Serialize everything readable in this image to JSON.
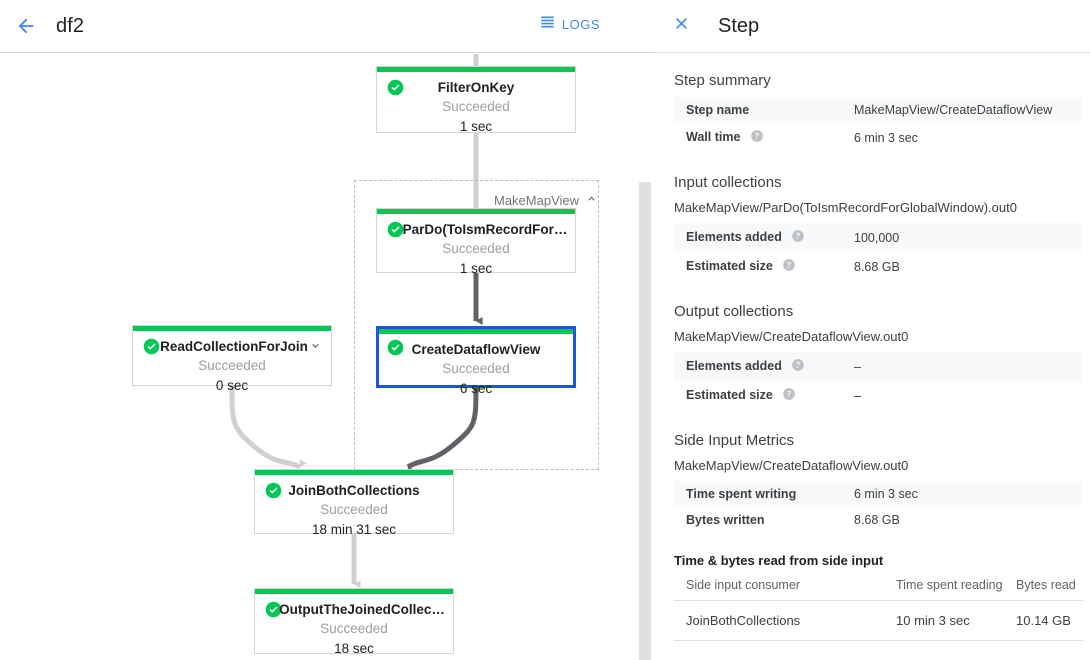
{
  "job_header": {
    "back_icon": "arrow-left-icon",
    "title": "df2",
    "logs_icon": "list-icon",
    "logs_label": "LOGS"
  },
  "graph": {
    "group": {
      "label": "MakeMapView",
      "collapse_icon": "chevron-up-icon"
    },
    "nodes": [
      {
        "id": "filter-on-key",
        "title": "FilterOnKey",
        "state": "Succeeded",
        "time": "1 sec",
        "status_icon": "check-circle-icon",
        "selected": false,
        "chevron": null
      },
      {
        "id": "pardo-toismrecord",
        "title": "ParDo(ToIsmRecordFor…",
        "state": "Succeeded",
        "time": "1 sec",
        "status_icon": "check-circle-icon",
        "selected": false,
        "chevron": null
      },
      {
        "id": "create-dataflow-view",
        "title": "CreateDataflowView",
        "state": "Succeeded",
        "time": "6 sec",
        "status_icon": "check-circle-icon",
        "selected": true,
        "chevron": null
      },
      {
        "id": "read-collection-for-join",
        "title": "ReadCollectionForJoin",
        "state": "Succeeded",
        "time": "0 sec",
        "status_icon": "check-circle-icon",
        "selected": false,
        "chevron": "chevron-down-icon"
      },
      {
        "id": "join-both-collections",
        "title": "JoinBothCollections",
        "state": "Succeeded",
        "time": "18 min 31 sec",
        "status_icon": "check-circle-icon",
        "selected": false,
        "chevron": null
      },
      {
        "id": "output-the-joined-collection",
        "title": "OutputTheJoinedCollec…",
        "state": "Succeeded",
        "time": "18 sec",
        "status_icon": "check-circle-icon",
        "selected": false,
        "chevron": null
      }
    ]
  },
  "colors": {
    "status_green": "#00c853",
    "selection_blue": "#1a56db",
    "link_blue": "#4285f4",
    "edge_light": "#d0d0d0",
    "edge_dark": "#5f6368"
  },
  "panel": {
    "close_icon": "close-icon",
    "title": "Step",
    "step_summary": {
      "heading": "Step summary",
      "rows": [
        {
          "key": "Step name",
          "value": "MakeMapView/CreateDataflowView",
          "help": false
        },
        {
          "key": "Wall time",
          "value": "6 min 3 sec",
          "help": true
        }
      ]
    },
    "input_collections": {
      "heading": "Input collections",
      "name": "MakeMapView/ParDo(ToIsmRecordForGlobalWindow).out0",
      "rows": [
        {
          "key": "Elements added",
          "value": "100,000",
          "help": true
        },
        {
          "key": "Estimated size",
          "value": "8.68 GB",
          "help": true
        }
      ]
    },
    "output_collections": {
      "heading": "Output collections",
      "name": "MakeMapView/CreateDataflowView.out0",
      "rows": [
        {
          "key": "Elements added",
          "value": "–",
          "help": true
        },
        {
          "key": "Estimated size",
          "value": "–",
          "help": true
        }
      ]
    },
    "side_input_metrics": {
      "heading": "Side Input Metrics",
      "name": "MakeMapView/CreateDataflowView.out0",
      "rows": [
        {
          "key": "Time spent writing",
          "value": "6 min 3 sec",
          "help": false
        },
        {
          "key": "Bytes written",
          "value": "8.68 GB",
          "help": false
        }
      ],
      "table_title": "Time & bytes read from side input",
      "columns": [
        "Side input consumer",
        "Time spent reading",
        "Bytes read"
      ],
      "rows_data": [
        [
          "JoinBothCollections",
          "10 min 3 sec",
          "10.14 GB"
        ]
      ]
    }
  }
}
